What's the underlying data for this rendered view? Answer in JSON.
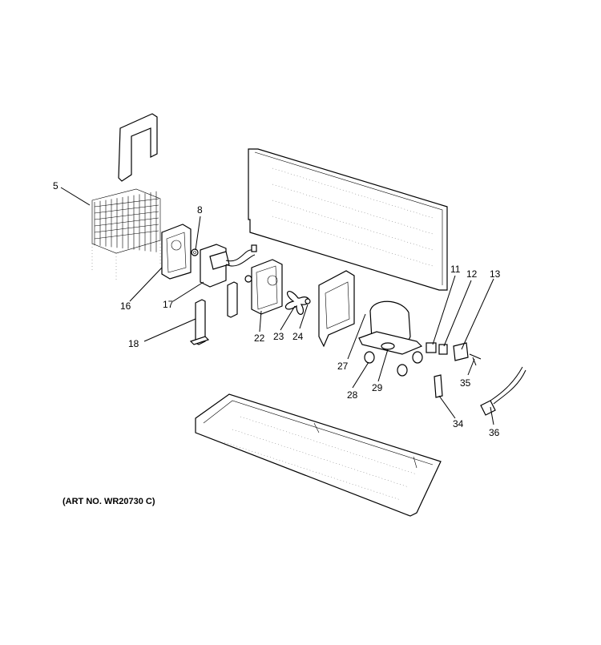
{
  "caption": "(ART NO. WR20730 C)",
  "callouts": [
    "5",
    "8",
    "16",
    "17",
    "18",
    "22",
    "23",
    "24",
    "27",
    "28",
    "29",
    "11",
    "12",
    "13",
    "35",
    "34",
    "36"
  ]
}
